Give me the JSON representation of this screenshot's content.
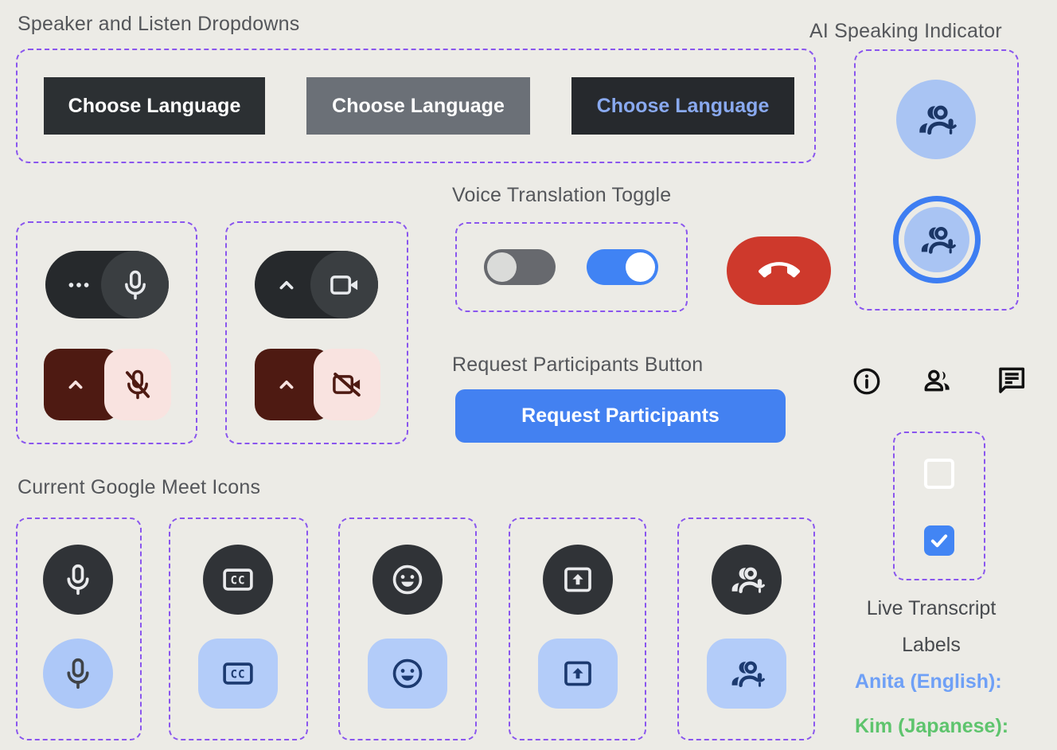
{
  "sections": {
    "speaker_listen": {
      "title": "Speaker and Listen Dropdowns"
    },
    "ai_indicator": {
      "title": "AI Speaking Indicator"
    },
    "voice_toggle": {
      "title": "Voice Translation Toggle"
    },
    "request_participants": {
      "title": "Request Participants Button",
      "button_label": "Request Participants"
    },
    "meet_icons": {
      "title": "Current Google Meet Icons",
      "icons": [
        "microphone",
        "closed-captions",
        "emoji-reaction",
        "present-screen",
        "people-with-mic"
      ]
    },
    "live_transcript": {
      "title_line1": "Live Transcript",
      "title_line2": "Labels",
      "labels": [
        {
          "speaker": "Anita (English):",
          "color": "#6fa0f6"
        },
        {
          "speaker": "Kim (Japanese):",
          "color": "#5ec46d"
        }
      ]
    }
  },
  "dropdown_buttons": [
    {
      "label": "Choose Language",
      "style": "dark"
    },
    {
      "label": "Choose Language",
      "style": "gray"
    },
    {
      "label": "Choose Language",
      "style": "dark-blue-text"
    }
  ],
  "toggles": [
    {
      "state": "off"
    },
    {
      "state": "on"
    }
  ],
  "checkboxes": [
    {
      "state": "unchecked"
    },
    {
      "state": "checked"
    }
  ],
  "colors": {
    "background": "#ecebe6",
    "dashed_border": "#8a56ee",
    "dark_button": "#2c3033",
    "gray_button": "#6b7077",
    "blue_text_on_dark": "#89a9ef",
    "accent_blue": "#4285f4",
    "light_blue_fill": "#b3ccf9",
    "navy_icon": "#1c3a70",
    "red_call": "#ce392c",
    "maroon_off": "#4e1a12",
    "pink_off": "#f9e3e0",
    "toggle_off_track": "#67696e",
    "transcript_blue": "#6fa0f6",
    "transcript_green": "#5ec46d"
  }
}
